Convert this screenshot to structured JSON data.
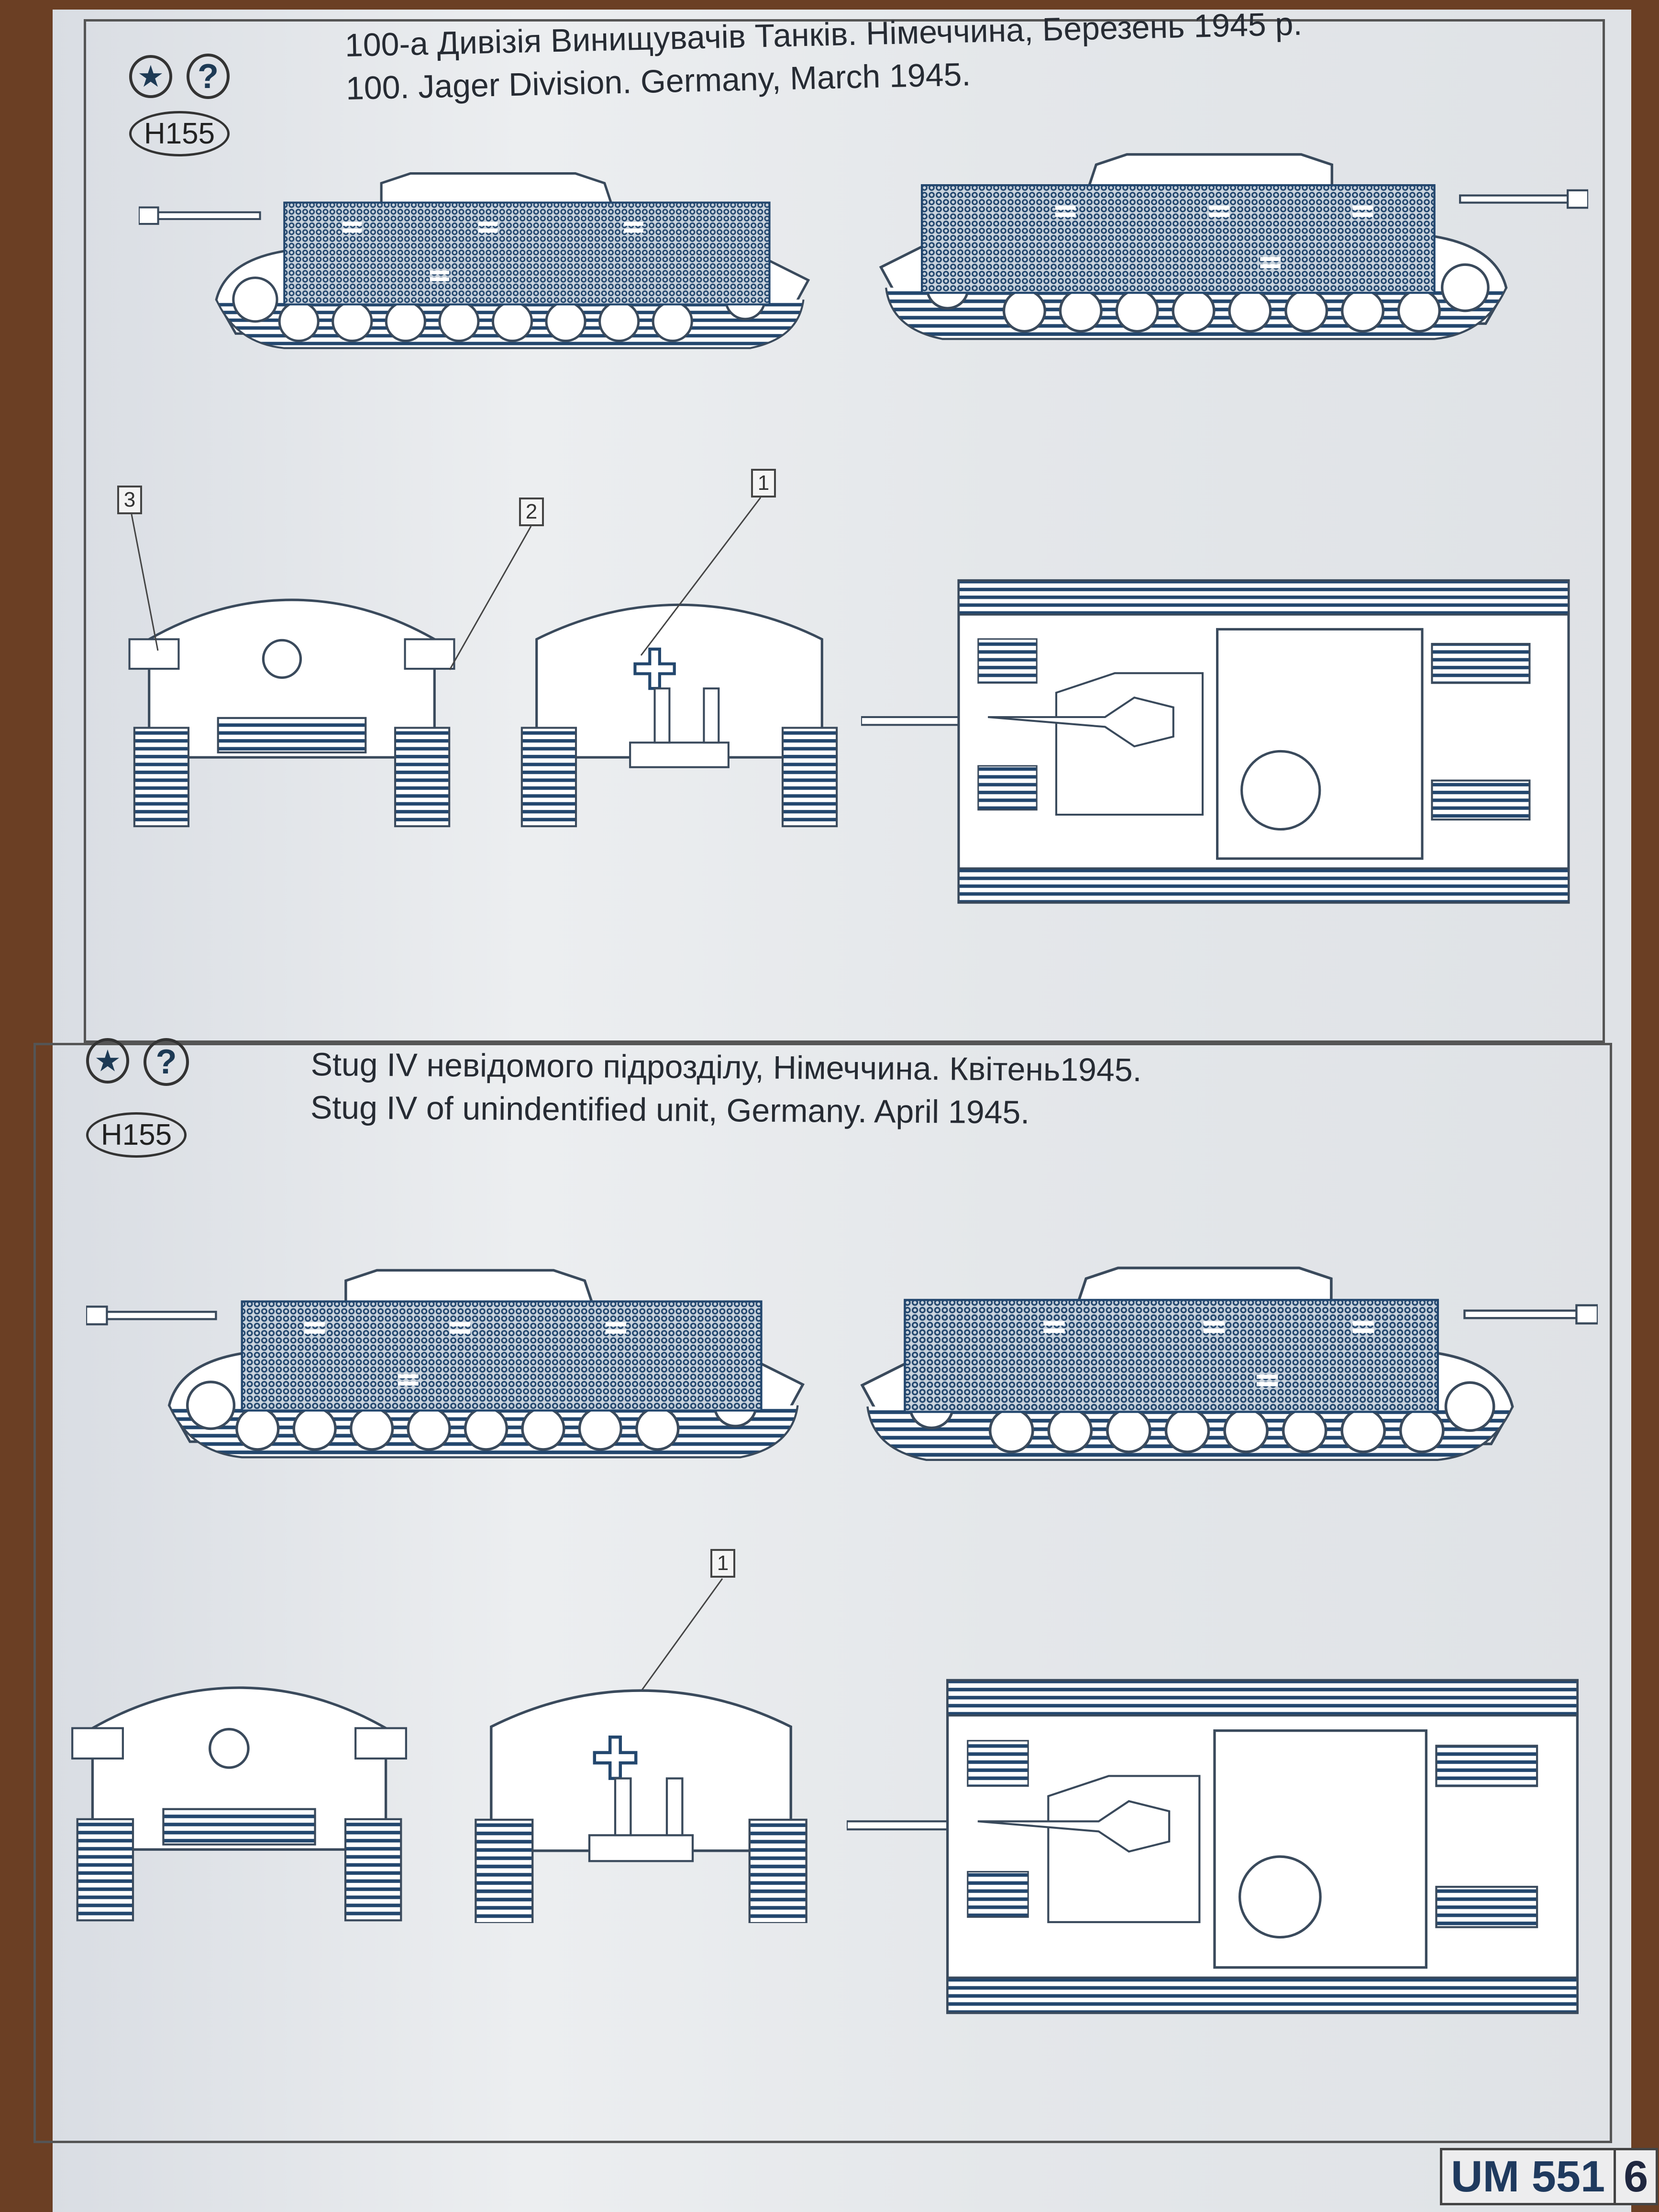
{
  "scheme1": {
    "title_ua": "100-а Дивізія Винищувачів Танків. Німеччина, Березень 1945 р.",
    "title_en": "100. Jager Division. Germany, March 1945.",
    "paint_code": "H155",
    "callouts": [
      "1",
      "2",
      "3"
    ]
  },
  "scheme2": {
    "title_ua": "Stug IV невідомого підрозділу, Німеччина. Квітень1945.",
    "title_en": "Stug IV of unindentified unit, Germany. April 1945.",
    "paint_code": "H155",
    "callouts": [
      "1"
    ]
  },
  "icons": {
    "decal": "star-decal-icon",
    "help": "question-icon",
    "help_glyph": "?"
  },
  "footer": {
    "kit_code": "UM 551",
    "page_number": "6"
  },
  "colors": {
    "ink_blue": "#23476e",
    "line": "#3a4a5c",
    "paper": "#e6e8eb"
  }
}
